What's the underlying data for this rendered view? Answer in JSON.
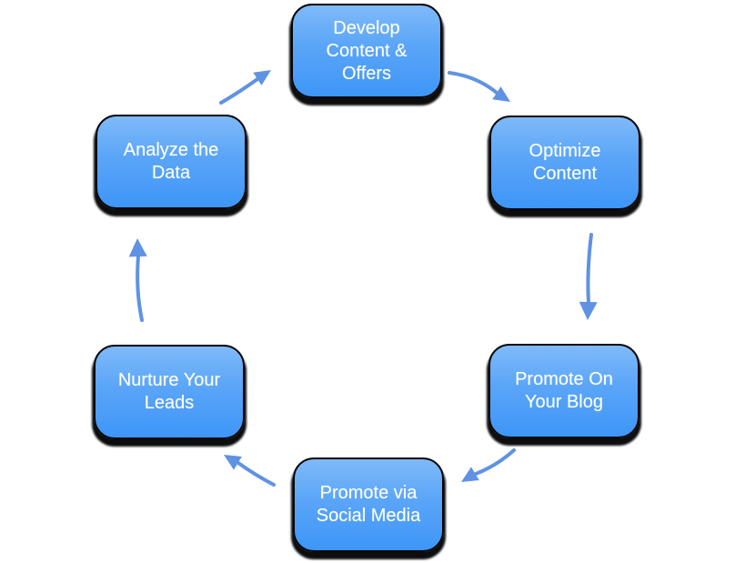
{
  "diagram": {
    "type": "cycle",
    "nodes": [
      {
        "id": "develop-content-offers",
        "label": "Develop\nContent &\nOffers"
      },
      {
        "id": "optimize-content",
        "label": "Optimize\nContent"
      },
      {
        "id": "promote-on-your-blog",
        "label": "Promote On\nYour Blog"
      },
      {
        "id": "promote-via-social-media",
        "label": "Promote via\nSocial Media"
      },
      {
        "id": "nurture-your-leads",
        "label": "Nurture Your\nLeads"
      },
      {
        "id": "analyze-the-data",
        "label": "Analyze the\nData"
      }
    ],
    "edges": [
      {
        "from": "develop-content-offers",
        "to": "optimize-content"
      },
      {
        "from": "optimize-content",
        "to": "promote-on-your-blog"
      },
      {
        "from": "promote-on-your-blog",
        "to": "promote-via-social-media"
      },
      {
        "from": "promote-via-social-media",
        "to": "nurture-your-leads"
      },
      {
        "from": "nurture-your-leads",
        "to": "analyze-the-data"
      },
      {
        "from": "analyze-the-data",
        "to": "develop-content-offers"
      }
    ],
    "colors": {
      "node_gradient_top": "#7fbaf9",
      "node_gradient_bottom": "#3e96f7",
      "node_border": "#050505",
      "node_shadow": "#000000",
      "node_text": "#ffffff",
      "arrow": "#5f92e3",
      "background": "#ffffff"
    }
  }
}
